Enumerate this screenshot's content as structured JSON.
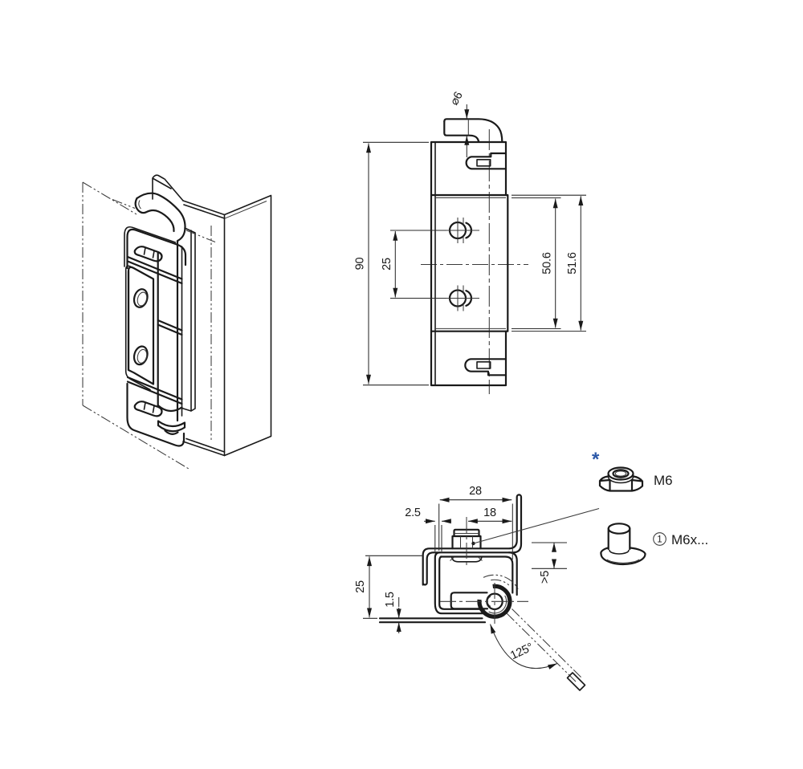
{
  "front_view": {
    "overall_height": "90",
    "hole_pitch": "25",
    "leaf_height_inner": "50.6",
    "leaf_height_outer": "51.6",
    "pin_diameter": "⌀6"
  },
  "side_view": {
    "flange_width": "28",
    "edge_offset": "2.5",
    "bolt_to_edge": "18",
    "bracket_height": "25",
    "sheet_thickness": "1.5",
    "min_engagement": ">5",
    "opening_angle": "125°"
  },
  "parts": {
    "note_marker": "*",
    "note_marker_color": "#2b58a8",
    "locknut_label": "M6",
    "bolt_item_number": "1",
    "bolt_label": "M6x..."
  }
}
